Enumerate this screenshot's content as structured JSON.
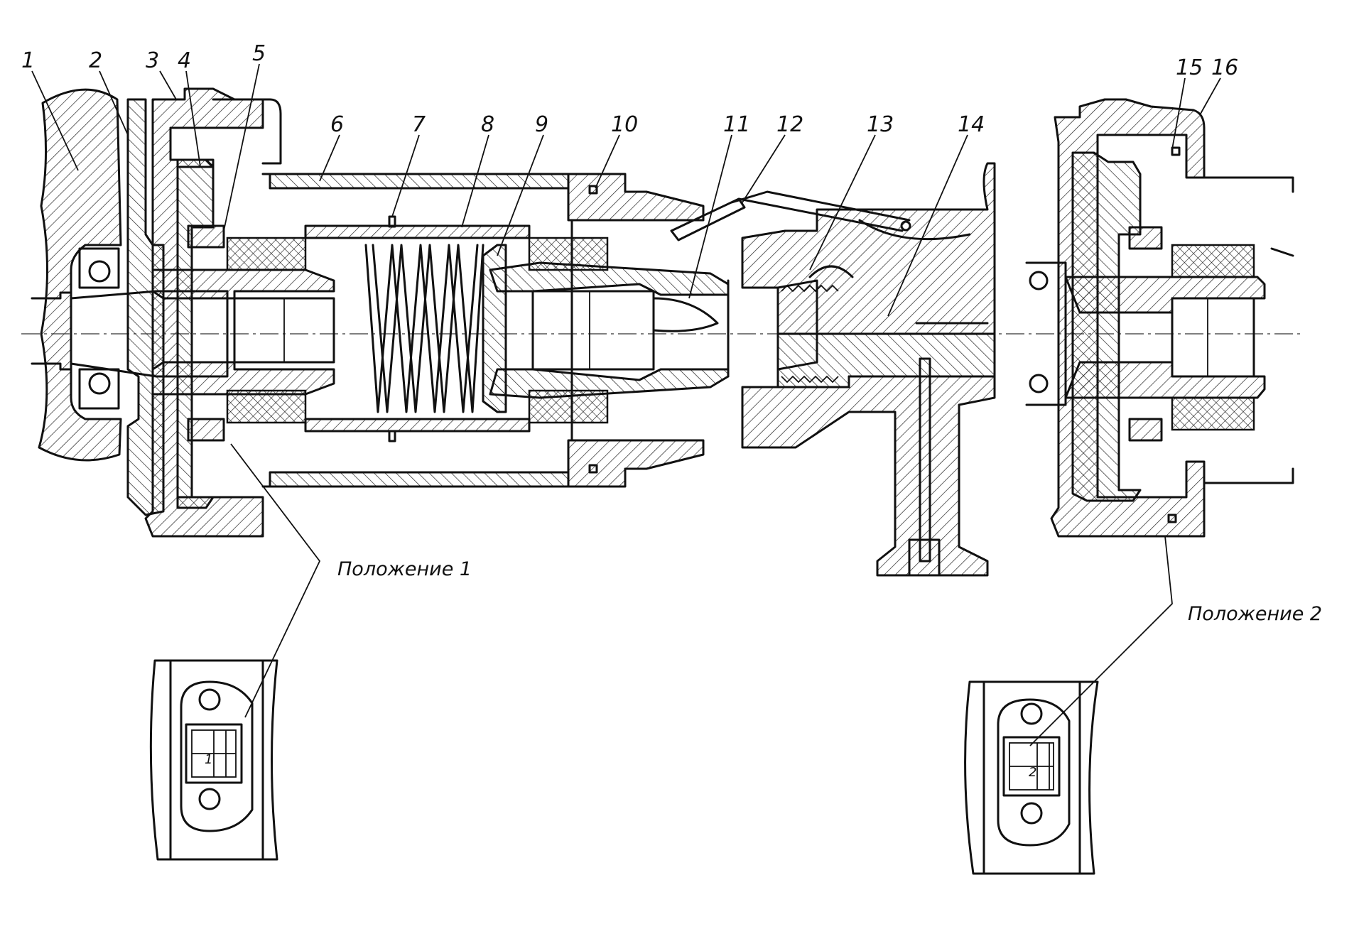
{
  "callouts": {
    "p1": "1",
    "p2": "2",
    "p3": "3",
    "p4": "4",
    "p5": "5",
    "p6": "6",
    "p7": "7",
    "p8": "8",
    "p9": "9",
    "p10": "10",
    "p11": "11",
    "p12": "12",
    "p13": "13",
    "p14": "14",
    "p15": "15",
    "p16": "16"
  },
  "positions": {
    "pos1_caption": "Положение 1",
    "pos2_caption": "Положение 2",
    "pos1_mark": "1",
    "pos2_mark": "2"
  }
}
